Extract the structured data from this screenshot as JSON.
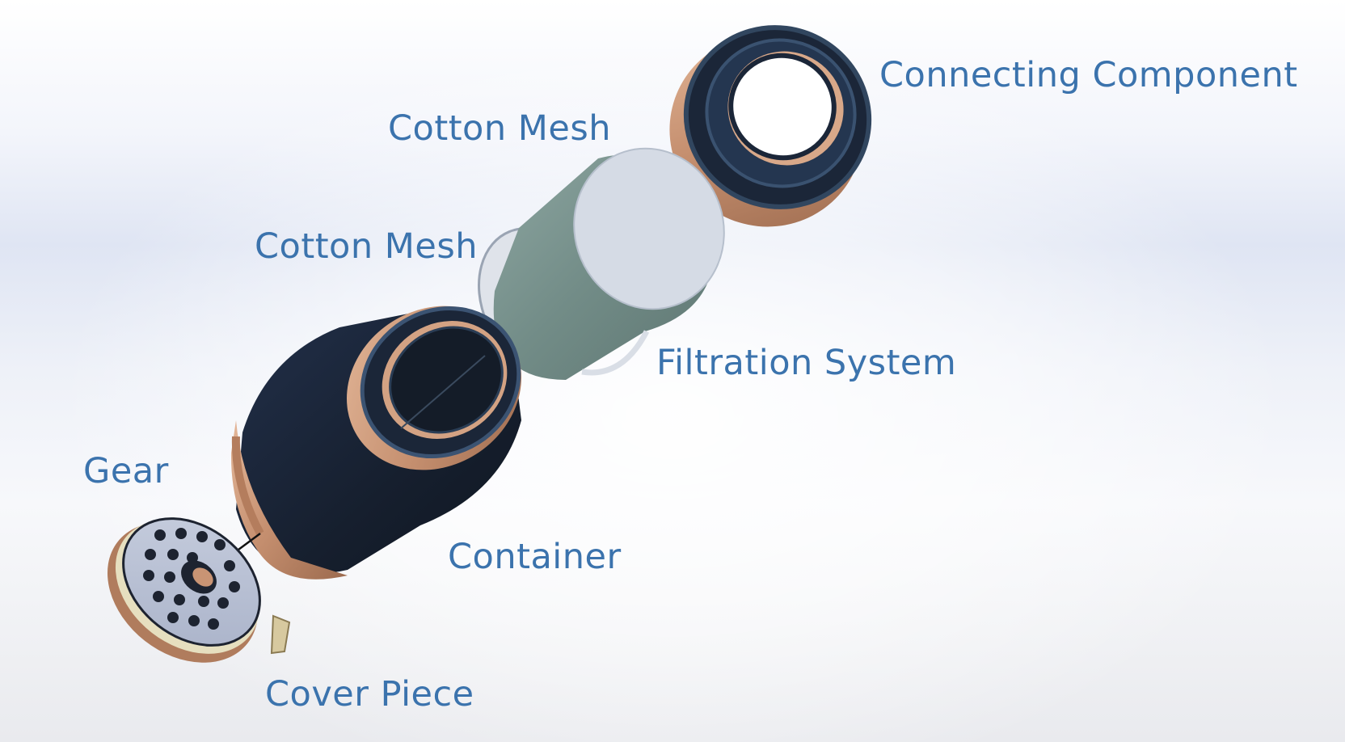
{
  "diagram": {
    "labels": {
      "connecting_component": "Connecting Component",
      "cotton_mesh_top": "Cotton Mesh",
      "cotton_mesh_middle": "Cotton Mesh",
      "filtration_system": "Filtration System",
      "gear": "Gear",
      "container": "Container",
      "cover_piece": "Cover Piece"
    },
    "colors": {
      "label_text": "#3b73ad",
      "dark_part": "#1a2434",
      "dark_part_rim": "#2a3d55",
      "copper": "#c58f6f",
      "copper_light": "#e2b79b",
      "mesh_face": "#d5dbe5",
      "filter_body": "#7b948f",
      "cover_face": "#bac2d6",
      "cover_hole": "#1d2330",
      "assembly_line": "#111111"
    }
  }
}
